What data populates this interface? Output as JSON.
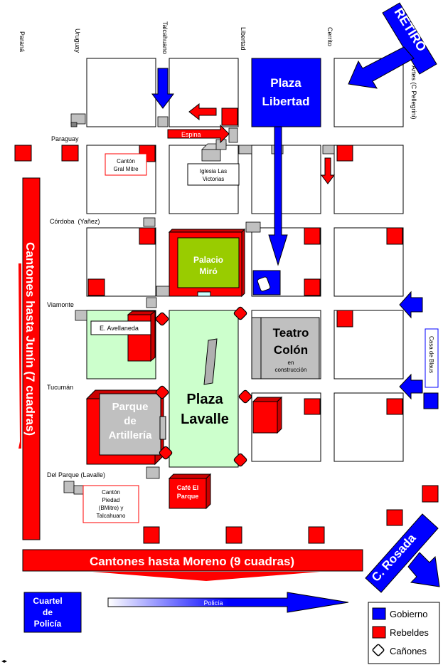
{
  "streets": {
    "parana": "Paraná",
    "uruguay": "Uruguay",
    "talcahuano": "Talcahuano",
    "libertad": "Libertad",
    "cerrito": "Cerrito",
    "artes": "Artes (C Pellegrini)",
    "paraguay": "Paraguay",
    "cordoba": "Córdoba  (Yañez)",
    "viamonte": "Viamonte",
    "tucuman": "Tucumán",
    "del_parque": "Del Parque (Lavalle)"
  },
  "places": {
    "retiro": "RETIRO",
    "plaza_libertad": [
      "Plaza",
      "Libertad"
    ],
    "espina": "Espina",
    "canton_gral_mitre": [
      "Cantón",
      "Gral Mitre"
    ],
    "iglesia": [
      "Iglesia Las",
      "Victorias"
    ],
    "palacio_miro": [
      "Palacio",
      "Miró"
    ],
    "e_avellaneda": "E. Avellaneda",
    "teatro_colon": [
      "Teatro",
      "Colón"
    ],
    "teatro_sub": [
      "en",
      "construcción"
    ],
    "casa_de_blaus": "Casa de Blaus",
    "plaza_lavalle": [
      "Plaza",
      "Lavalle"
    ],
    "parque_artilleria": [
      "Parque",
      "de",
      "Artillería"
    ],
    "cafe_parque": [
      "Café El",
      "Parque"
    ],
    "canton_piedad": [
      "Cantón",
      "Piedad",
      "(BMitre) y",
      "Talcahuano"
    ],
    "cantones_junin": "Cantones hasta Junín (7 cuadras)",
    "cantones_moreno": "Cantones hasta Moreno (9 cuadras)",
    "c_rosada": "C. Rosada",
    "cuartel_policia": [
      "Cuartel",
      "de",
      "Policía"
    ],
    "policia": "Policía"
  },
  "legend": {
    "gobierno": "Gobierno",
    "rebeldes": "Rebeldes",
    "canones": "Cañones"
  },
  "colors": {
    "gobierno": "#0000ff",
    "rebeldes": "#ff0000",
    "park_green": "#ccffcc",
    "palacio_green": "#99cc00",
    "gray": "#c0c0c0"
  }
}
